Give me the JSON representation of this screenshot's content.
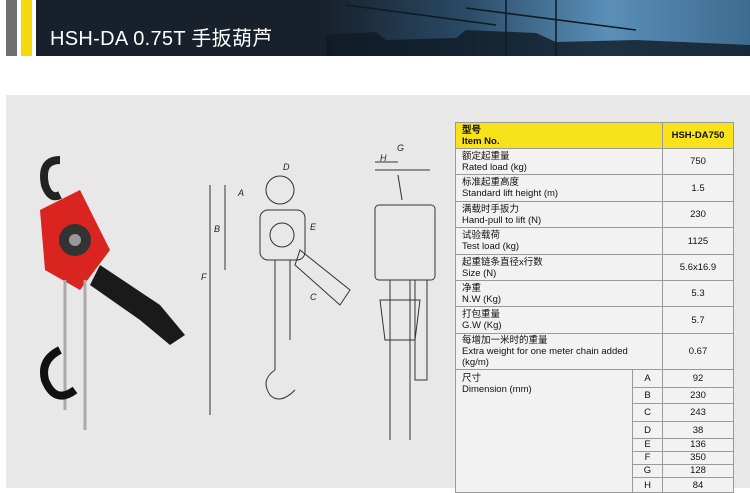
{
  "header": {
    "title": "HSH-DA 0.75T 手扳葫芦"
  },
  "table": {
    "head": {
      "cn": "型号",
      "en": "Item No.",
      "value": "HSH-DA750"
    },
    "rows": [
      {
        "cn": "额定起重量",
        "en": "Rated load (kg)",
        "value": "750"
      },
      {
        "cn": "标准起重高度",
        "en": "Standard lift height (m)",
        "value": "1.5"
      },
      {
        "cn": "满载时手扳力",
        "en": "Hand-pull to lift (N)",
        "value": "230"
      },
      {
        "cn": "试验载荷",
        "en": "Test load (kg)",
        "value": "1125"
      },
      {
        "cn": "起重链条直径x行数",
        "en": "Size (N)",
        "value": "5.6x16.9"
      },
      {
        "cn": "净重",
        "en": "N.W (Kg)",
        "value": "5.3"
      },
      {
        "cn": "打包重量",
        "en": "G.W (Kg)",
        "value": "5.7"
      },
      {
        "cn": "每增加一米时的重量",
        "en": "Extra weight for one meter chain added (kg/m)",
        "value": "0.67"
      }
    ],
    "dimension": {
      "cn": "尺寸",
      "en": "Dimension (mm)",
      "items": [
        {
          "k": "A",
          "v": "92"
        },
        {
          "k": "B",
          "v": "230"
        },
        {
          "k": "C",
          "v": "243"
        },
        {
          "k": "D",
          "v": "38"
        },
        {
          "k": "E",
          "v": "136"
        },
        {
          "k": "F",
          "v": "350"
        },
        {
          "k": "G",
          "v": "128"
        },
        {
          "k": "H",
          "v": "84"
        }
      ]
    }
  },
  "diagram_labels": {
    "a": "A",
    "b": "B",
    "c": "C",
    "d": "D",
    "e": "E",
    "f": "F",
    "g": "G",
    "h": "H"
  }
}
